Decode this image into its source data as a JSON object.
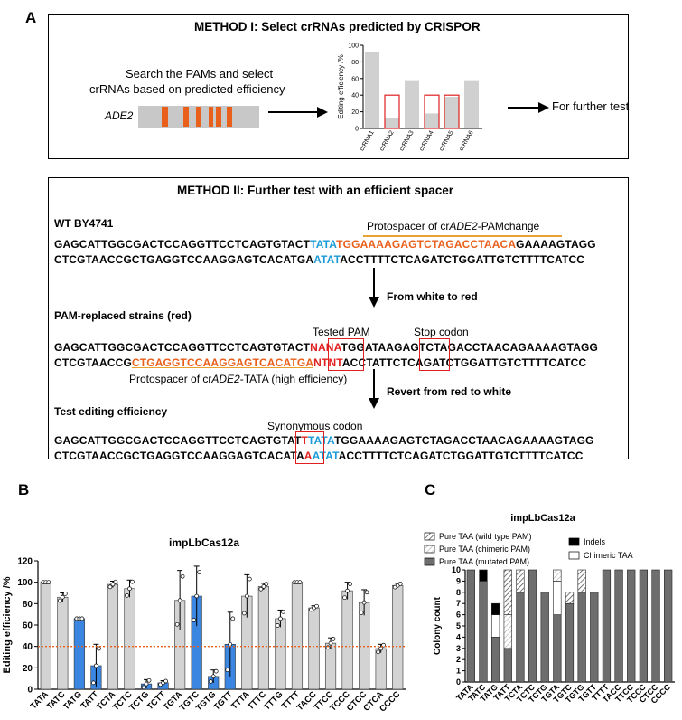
{
  "panel_a": {
    "letter": "A",
    "method1_title": "METHOD I: Select crRNAs predicted by CRISPOR",
    "search_text_1": "Search the PAMs and select",
    "search_text_2": "crRNAs based on predicted efficiency",
    "gene_label": "ADE2",
    "further_test": "For further test",
    "mini_chart": {
      "type": "bar",
      "ylabel": "Editing efficiency /%",
      "ylim": [
        0,
        100
      ],
      "yticks": [
        "0",
        "20",
        "40",
        "60",
        "80",
        "100"
      ],
      "categories": [
        "crRNA1",
        "crRNA2",
        "crRNA3",
        "crRNA4",
        "crRNA5",
        "crRNA6"
      ],
      "values": [
        92,
        12,
        58,
        18,
        38,
        58
      ],
      "highlight_box": [
        false,
        true,
        false,
        true,
        true,
        false
      ]
    },
    "method2_title": "METHOD II: Further test with an efficient spacer",
    "wt_label": "WT BY4741",
    "protospacer_label_1": "Protospacer of cr",
    "protospacer_label_1_italic": "ADE2",
    "protospacer_label_1_end": "-PAMchange",
    "wt_top_1": "GAGCATTGGCGACTCCAGGTTCCTCAGTGTACT",
    "wt_top_2": "TATA",
    "wt_top_3": "TGGAAAAGAGTCTAGACCTAACA",
    "wt_top_4": "GAAAAGTAGG",
    "wt_bot_1": "CTCGTAACCGCTGAGGTCCAAGGAGTCACATGA",
    "wt_bot_2": "ATAT",
    "wt_bot_3": "ACCTTTTCTCAGATCTGGATTGTCTTTTCATCC",
    "from_white_to_red": "From white to red",
    "pam_replaced_label": "PAM-replaced strains (red)",
    "tested_pam": "Tested PAM",
    "stop_codon": "Stop codon",
    "pr_top_1": "GAGCATTGGCGACTCCAGGTTCCTCAGTGTACT",
    "pr_top_2": "NANA",
    "pr_top_3": "TGGA",
    "pr_top_4": "TAA",
    "pr_top_5": "GAGTCTAGACCTAACAGAAAAGTAGG",
    "pr_bot_1": "CTCGTAACCG",
    "pr_bot_2": "CTGAGGTCCAAGGAGTCACATGA",
    "pr_bot_3": "NTNT",
    "pr_bot_4": "ACCT",
    "pr_bot_5": "ATT",
    "pr_bot_6": "CTCAGATCTGGATTGTCTTTTCATCC",
    "protospacer_label_2": "Protospacer of cr",
    "protospacer_label_2_italic": "ADE2",
    "protospacer_label_2_end": "-TATA (high efficiency)",
    "revert_label": "Revert from red to white",
    "test_editing_label": "Test editing efficiency",
    "synonymous_codon": "Synonymous codon",
    "te_top_1": "GAGCATTGGCGACTCCAGGTTCCTCAGTG",
    "te_top_2": "TAT",
    "te_top_3": "T",
    "te_top_4": "TATA",
    "te_top_5": "TGGAAAAGAGTCTAGACCTAACAGAAAAGTAGG",
    "te_bot_1": "CTCGTAACCGCTGAGGTCCAAGGAGTCAC",
    "te_bot_2": "ATA",
    "te_bot_3": "A",
    "te_bot_4": "ATAT",
    "te_bot_5": "ACCTTTTCTCAGATCTGGATTGTCTTTTCATCC"
  },
  "panel_b": {
    "letter": "B",
    "chart_data": {
      "type": "bar",
      "title": "impLbCas12a",
      "ylabel": "Editing efficiency /%",
      "ylim": [
        0,
        120
      ],
      "yticks": [
        "0",
        "20",
        "40",
        "60",
        "80",
        "100",
        "120"
      ],
      "threshold": 40,
      "categories": [
        "TATA",
        "TATC",
        "TATG",
        "TATT",
        "TCTA",
        "TCTC",
        "TCTG",
        "TCTT",
        "TGTA",
        "TGTC",
        "TGTG",
        "TGTT",
        "TTTA",
        "TTTC",
        "TTTG",
        "TTTT",
        "TACC",
        "TTCC",
        "TCCC",
        "CTCC",
        "CTCA",
        "CCCC"
      ],
      "values": [
        100,
        86,
        66,
        22,
        98,
        94,
        5,
        6,
        83,
        87,
        12,
        42,
        87,
        96,
        66,
        100,
        76,
        43,
        92,
        81,
        38,
        97
      ],
      "errors": [
        0,
        4,
        0,
        20,
        3,
        8,
        4,
        2,
        28,
        28,
        6,
        30,
        20,
        3,
        8,
        0,
        2,
        5,
        8,
        12,
        4,
        2
      ],
      "highlight": [
        false,
        false,
        true,
        true,
        false,
        false,
        true,
        true,
        false,
        true,
        true,
        true,
        false,
        false,
        false,
        false,
        false,
        false,
        false,
        false,
        false,
        false
      ],
      "colors": {
        "default": "#d3d3d3",
        "highlight": "#3a86e0",
        "threshold": "#e8601c"
      }
    }
  },
  "panel_c": {
    "letter": "C",
    "chart_data": {
      "type": "bar",
      "title": "impLbCas12a",
      "ylabel": "Colony count",
      "ylim": [
        0,
        10
      ],
      "yticks": [
        "0",
        "1",
        "2",
        "3",
        "4",
        "5",
        "6",
        "7",
        "8",
        "9",
        "10"
      ],
      "categories": [
        "TATA",
        "TATC",
        "TATG",
        "TATT",
        "TCTA",
        "TCTC",
        "TCTG",
        "TGTA",
        "TGTC",
        "TGTG",
        "TGTT",
        "TTTT",
        "TACC",
        "TTCC",
        "TCCC",
        "CTCC",
        "CCCC"
      ],
      "series": [
        {
          "name": "Pure TAA (mutated PAM)",
          "values": [
            10,
            9,
            4,
            3,
            8,
            10,
            8,
            6,
            7,
            8,
            8,
            10,
            10,
            10,
            10,
            10,
            10
          ]
        },
        {
          "name": "Chimeric TAA",
          "values": [
            0,
            0,
            2,
            0,
            0,
            0,
            0,
            3,
            0,
            0,
            0,
            0,
            0,
            0,
            0,
            0,
            0
          ]
        },
        {
          "name": "Indels",
          "values": [
            0,
            1,
            1,
            0,
            0,
            0,
            0,
            0,
            0,
            0,
            0,
            0,
            0,
            0,
            0,
            0,
            0
          ]
        },
        {
          "name": "Pure TAA (chimeric PAM)",
          "values": [
            0,
            0,
            0,
            3,
            0,
            0,
            0,
            1,
            0,
            0,
            0,
            0,
            0,
            0,
            0,
            0,
            0
          ]
        },
        {
          "name": "Pure TAA (wild type PAM)",
          "values": [
            0,
            0,
            0,
            4,
            2,
            0,
            0,
            0,
            1,
            2,
            0,
            0,
            0,
            0,
            0,
            0,
            0
          ]
        }
      ]
    }
  }
}
